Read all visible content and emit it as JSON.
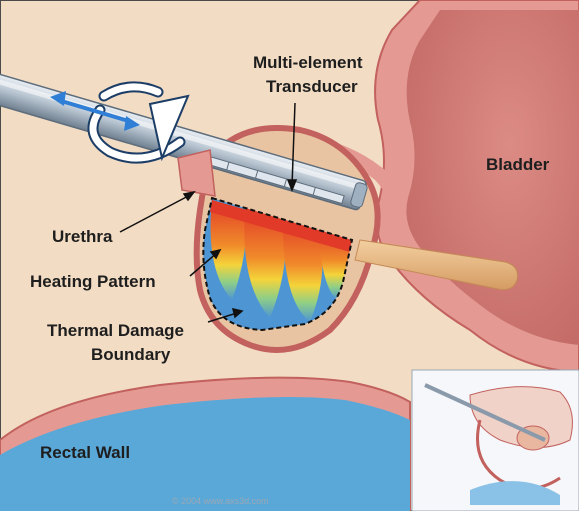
{
  "labels": {
    "transducer_line1": "Multi-element",
    "transducer_line2": "Transducer",
    "bladder": "Bladder",
    "urethra": "Urethra",
    "heating_pattern": "Heating Pattern",
    "thermal_line1": "Thermal Damage",
    "thermal_line2": "Boundary",
    "rectal_wall": "Rectal Wall"
  },
  "copyright": "© 2004 www.axs3d.com",
  "colors": {
    "background": "#f2dcc4",
    "tissue_pink": "#e49a93",
    "tissue_outline": "#c2615d",
    "bladder_fill": "#d07c77",
    "prostate_fill": "#e9c4a2",
    "rectum_blue": "#5aa8d8",
    "probe_steel": "#a9b8c6",
    "heat_red": "#e8412f",
    "heat_yellow": "#f2d33a",
    "heat_green": "#7dc48a",
    "heat_blue": "#4f96d4"
  },
  "icons": [
    "rotation-arrow-icon",
    "translation-arrow-icon"
  ]
}
